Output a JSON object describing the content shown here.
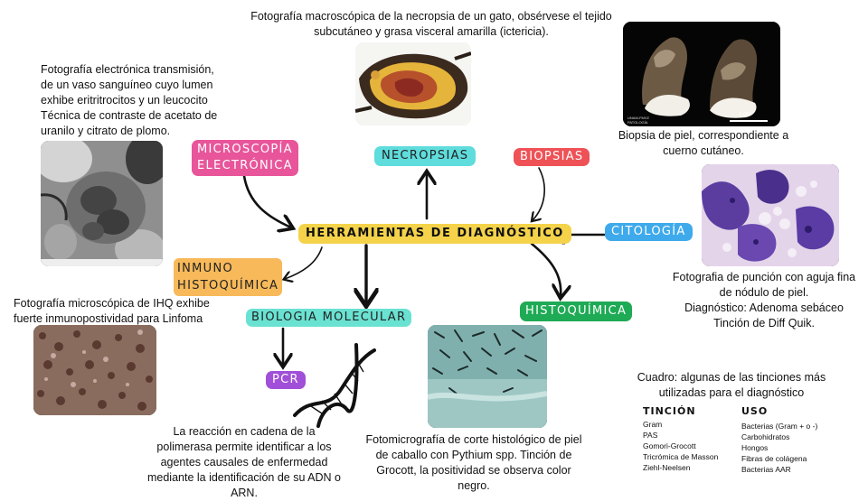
{
  "center_node": "HERRAMIENTAS DE DIAGNÓSTICO",
  "nodes": {
    "microscopia": "MICROSCOPÍA\nELECTRÓNICA",
    "necropsias": "NECROPSIAS",
    "biopsias": "BIOPSIAS",
    "citologia": "CITOLOGÍA",
    "inmuno": "INMUNO\nHISTOQUÍMICA",
    "biologia": "BIOLOGIA MOLECULAR",
    "histoquimica": "HISTOQUÍMICA",
    "pcr": "PCR"
  },
  "captions": {
    "necropsia": "Fotografía macroscópica de la necropsia de un gato, obsérvese el tejido subcutáneo y grasa visceral  amarilla (ictericia).",
    "microscopia": "Fotografía electrónica transmisión, de un vaso sanguíneo cuyo lumen exhibe eritritrocitos y un leucocito Técnica de contraste de acetato de uranilo y citrato de plomo.",
    "biopsia": "Biopsia de piel, correspondiente a cuerno cutáneo.",
    "citologia": "Fotografia de punción con aguja fina de nódulo de piel.\nDiagnóstico: Adenoma sebáceo\nTinción de Diff Quik.",
    "ihq": "Fotografía microscópica de IHQ exhibe fuerte inmunopostividad para Linfoma",
    "pcr": "La reacción en cadena de la polimerasa permite identificar a los agentes causales de enfermedad mediante la identificación de su ADN o ARN.",
    "histoquimica": "Fotomicrografía de corte histológico de  piel de caballo con Pythium spp. Tinción de Grocott, la positividad se observa color negro."
  },
  "photo_labels": {
    "biopsia_scale": "1 cm",
    "biopsia_corner": "UNAM-FMVZ\nPATOLOGÍA"
  },
  "table": {
    "caption": "Cuadro: algunas de las tinciones más utilizadas para el diagnóstico",
    "col1_header": "TINCIÓN",
    "col2_header": "USO",
    "col1_items": [
      "Gram",
      "PAS",
      "Gomori-Grocott",
      "Tricrómica de Masson",
      "Ziehl-Neelsen"
    ],
    "col2_items": [
      "Bacterias (Gram + o -)",
      "Carbohidratos",
      "Hongos",
      "Fibras de colágena",
      "Bacterias AAR"
    ]
  },
  "colors": {
    "center": "#f4d34a",
    "microscopia": "#e8559a",
    "necropsias": "#5fdcdc",
    "biopsias": "#ee5256",
    "citologia": "#3eaaeb",
    "inmuno": "#f7b95a",
    "biologia": "#6ae2d2",
    "histoquimica": "#1faa55",
    "pcr": "#a14fd8"
  }
}
